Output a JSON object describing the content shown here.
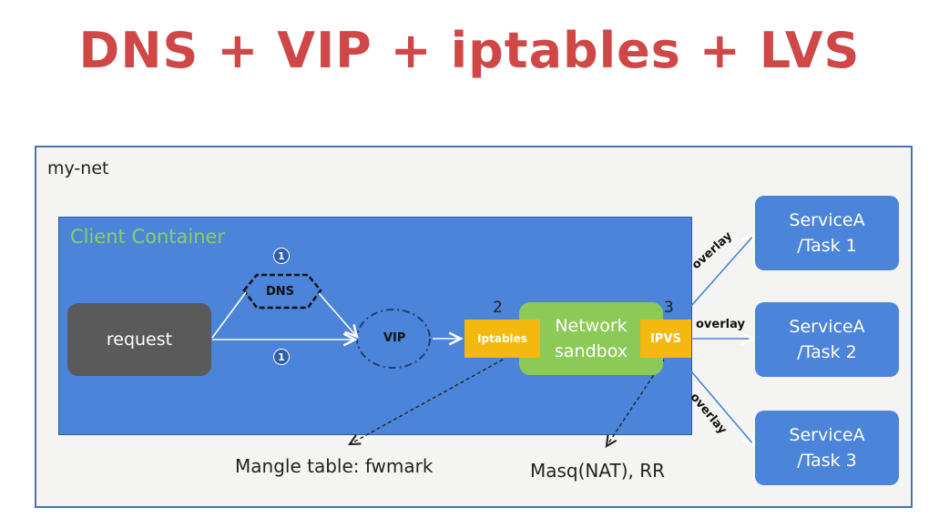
{
  "title": "DNS + VIP + iptables + LVS",
  "network": {
    "label": "my-net"
  },
  "client": {
    "label": "Client Container",
    "request_label": "request"
  },
  "flow": {
    "dns_label": "DNS",
    "vip_label": "VIP",
    "step1_top": "1",
    "step1_bottom": "1",
    "step2": "2",
    "step3": "3"
  },
  "sandbox": {
    "line1": "Network",
    "line2": "sandbox",
    "iptables_label": "Iptables",
    "ipvs_label": "IPVS"
  },
  "services": [
    {
      "line1": "ServiceA",
      "line2": "/Task 1"
    },
    {
      "line1": "ServiceA",
      "line2": "/Task 2"
    },
    {
      "line1": "ServiceA",
      "line2": "/Task 3"
    }
  ],
  "overlay_labels": [
    "overlay",
    "overlay",
    "overlay"
  ],
  "notes": {
    "mangle": "Mangle table: fwmark",
    "masq": "Masq(NAT), RR"
  },
  "colors": {
    "title": "#cf4747",
    "client_container": "#4b84d8",
    "client_label": "#8bd15e",
    "request_box": "#5a5a5a",
    "sandbox": "#8cc957",
    "iptables_ipvs": "#f5b80f",
    "service_box": "#4b84d8"
  }
}
